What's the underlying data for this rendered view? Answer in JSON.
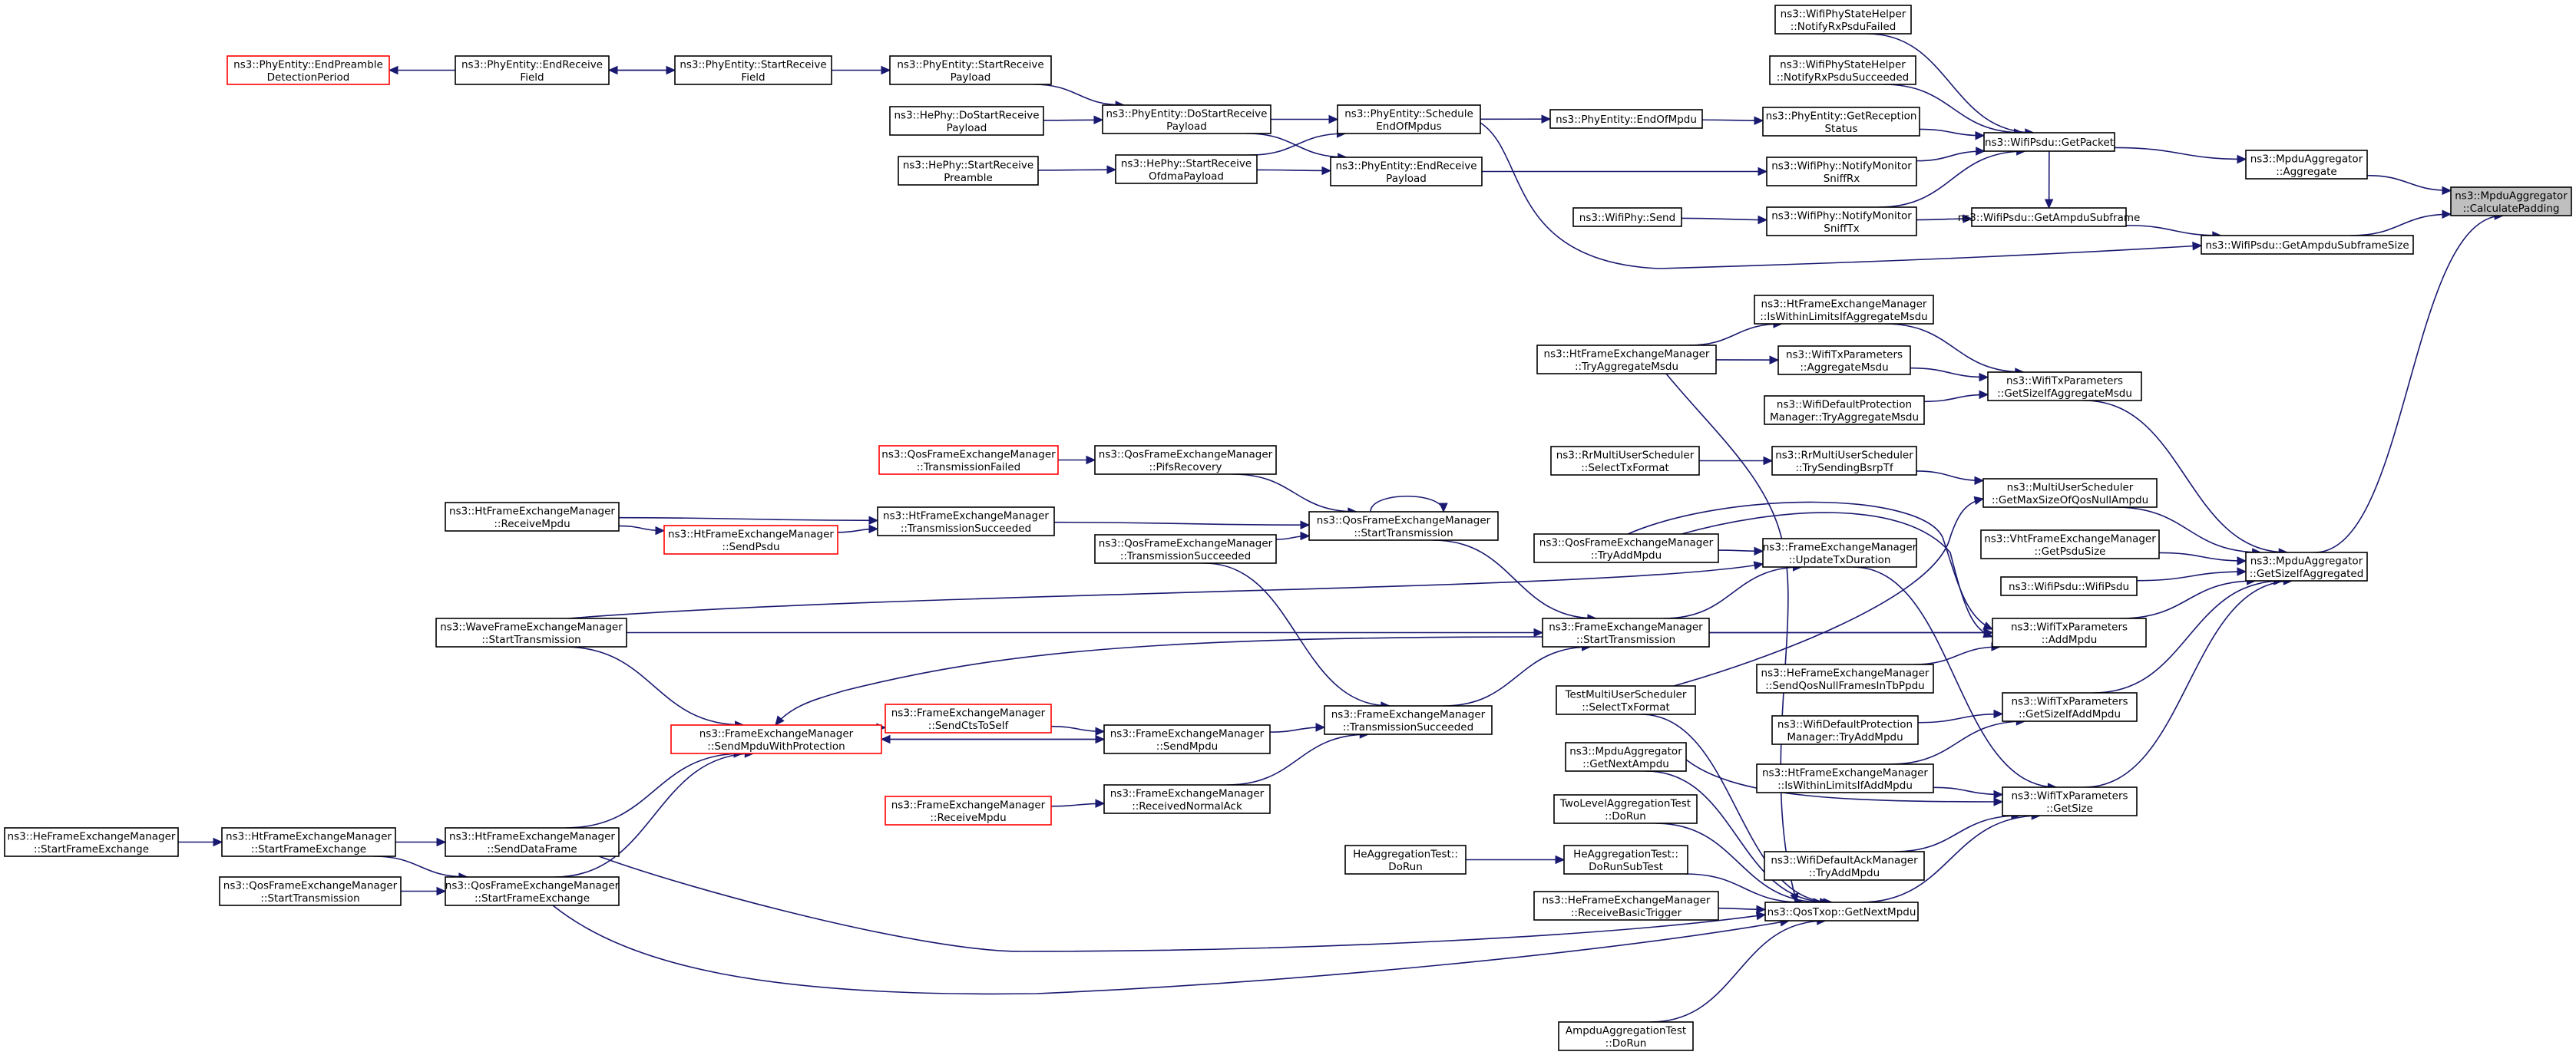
{
  "nodes": [
    {
      "id": "calc",
      "label": "ns3::MpduAggregator\n::CalculatePadding",
      "style": "root"
    },
    {
      "id": "agg",
      "label": "ns3::MpduAggregator\n::Aggregate"
    },
    {
      "id": "getsizeag",
      "label": "ns3::MpduAggregator\n::GetSizeIfAggregated"
    },
    {
      "id": "getpacket",
      "label": "ns3::WifiPsdu::GetPacket"
    },
    {
      "id": "getampdusub",
      "label": "ns3::WifiPsdu::GetAmpduSubframe"
    },
    {
      "id": "getampdusubsize",
      "label": "ns3::WifiPsdu::GetAmpduSubframeSize"
    },
    {
      "id": "notifyfailed",
      "label": "ns3::WifiPhyStateHelper\n::NotifyRxPsduFailed"
    },
    {
      "id": "notifysucc",
      "label": "ns3::WifiPhyStateHelper\n::NotifyRxPsduSucceeded"
    },
    {
      "id": "getrecstatus",
      "label": "ns3::PhyEntity::GetReception\nStatus"
    },
    {
      "id": "sniffrx",
      "label": "ns3::WifiPhy::NotifyMonitor\nSniffRx"
    },
    {
      "id": "snifftx",
      "label": "ns3::WifiPhy::NotifyMonitor\nSniffTx"
    },
    {
      "id": "wifiphysend",
      "label": "ns3::WifiPhy::Send"
    },
    {
      "id": "endofmpdu",
      "label": "ns3::PhyEntity::EndOfMpdu"
    },
    {
      "id": "schedendofmpdus",
      "label": "ns3::PhyEntity::Schedule\nEndOfMpdus"
    },
    {
      "id": "endrecpayload",
      "label": "ns3::PhyEntity::EndReceive\nPayload"
    },
    {
      "id": "dostartrecpayload",
      "label": "ns3::PhyEntity::DoStartReceive\nPayload"
    },
    {
      "id": "hestartofdma",
      "label": "ns3::HePhy::StartReceive\nOfdmaPayload"
    },
    {
      "id": "startrecpayload",
      "label": "ns3::PhyEntity::StartReceive\nPayload"
    },
    {
      "id": "hedostartrec",
      "label": "ns3::HePhy::DoStartReceive\nPayload"
    },
    {
      "id": "hestartpreamble",
      "label": "ns3::HePhy::StartReceive\nPreamble"
    },
    {
      "id": "startrecfield",
      "label": "ns3::PhyEntity::StartReceive\nField"
    },
    {
      "id": "endrecfield",
      "label": "ns3::PhyEntity::EndReceive\nField"
    },
    {
      "id": "endpreamble",
      "label": "ns3::PhyEntity::EndPreamble\nDetectionPeriod",
      "style": "red"
    },
    {
      "id": "ifwithinmsdu",
      "label": "ns3::HtFrameExchangeManager\n::IsWithinLimitsIfAggregateMsdu"
    },
    {
      "id": "aggmsdu",
      "label": "ns3::WifiTxParameters\n::AggregateMsdu"
    },
    {
      "id": "tryaggmsdu",
      "label": "ns3::HtFrameExchangeManager\n::TryAggregateMsdu"
    },
    {
      "id": "getsizeaggmsdu",
      "label": "ns3::WifiTxParameters\n::GetSizeIfAggregateMsdu"
    },
    {
      "id": "defprotmsdu",
      "label": "ns3::WifiDefaultProtection\nManager::TryAggregateMsdu"
    },
    {
      "id": "rrselecttx",
      "label": "ns3::RrMultiUserScheduler\n::SelectTxFormat"
    },
    {
      "id": "rrtrysending",
      "label": "ns3::RrMultiUserScheduler\n::TrySendingBsrpTf"
    },
    {
      "id": "getmaxsize",
      "label": "ns3::MultiUserScheduler\n::GetMaxSizeOfQosNullAmpdu"
    },
    {
      "id": "vhtgetpsdu",
      "label": "ns3::VhtFrameExchangeManager\n::GetPsduSize"
    },
    {
      "id": "wifipsductor",
      "label": "ns3::WifiPsdu::WifiPsdu"
    },
    {
      "id": "addmpdu",
      "label": "ns3::WifiTxParameters\n::AddMpdu"
    },
    {
      "id": "hesendqosnull",
      "label": "ns3::HeFrameExchangeManager\n::SendQosNullFramesInTbPpdu"
    },
    {
      "id": "defprottryadd",
      "label": "ns3::WifiDefaultProtection\nManager::TryAddMpdu"
    },
    {
      "id": "getsizeadd",
      "label": "ns3::WifiTxParameters\n::GetSizeIfAddMpdu"
    },
    {
      "id": "iswithinadd",
      "label": "ns3::HtFrameExchangeManager\n::IsWithinLimitsIfAddMpdu"
    },
    {
      "id": "getsize",
      "label": "ns3::WifiTxParameters\n::GetSize"
    },
    {
      "id": "defacktryadd",
      "label": "ns3::WifiDefaultAckManager\n::TryAddMpdu"
    },
    {
      "id": "qosgetnext",
      "label": "ns3::QosTxop::GetNextMpdu"
    },
    {
      "id": "qosfail",
      "label": "ns3::QosFrameExchangeManager\n::TransmissionFailed",
      "style": "red"
    },
    {
      "id": "pifs",
      "label": "ns3::QosFrameExchangeManager\n::PifsRecovery"
    },
    {
      "id": "qosstarttx",
      "label": "ns3::QosFrameExchangeManager\n::StartTransmission"
    },
    {
      "id": "htrecmpdu",
      "label": "ns3::HtFrameExchangeManager\n::ReceiveMpdu"
    },
    {
      "id": "htsendpsdu",
      "label": "ns3::HtFrameExchangeManager\n::SendPsdu",
      "style": "red"
    },
    {
      "id": "httxsucc",
      "label": "ns3::HtFrameExchangeManager\n::TransmissionSucceeded"
    },
    {
      "id": "qostxsucc",
      "label": "ns3::QosFrameExchangeManager\n::TransmissionSucceeded"
    },
    {
      "id": "qostryadd",
      "label": "ns3::QosFrameExchangeManager\n::TryAddMpdu"
    },
    {
      "id": "updatetx",
      "label": "ns3::FrameExchangeManager\n::UpdateTxDuration"
    },
    {
      "id": "wavestart",
      "label": "ns3::WaveFrameExchangeManager\n::StartTransmission"
    },
    {
      "id": "festart",
      "label": "ns3::FrameExchangeManager\n::StartTransmission"
    },
    {
      "id": "testselect",
      "label": "TestMultiUserScheduler\n::SelectTxFormat"
    },
    {
      "id": "fesendprot",
      "label": "ns3::FrameExchangeManager\n::SendMpduWithProtection",
      "style": "red"
    },
    {
      "id": "fectsself",
      "label": "ns3::FrameExchangeManager\n::SendCtsToSelf",
      "style": "red"
    },
    {
      "id": "fesendmpdu",
      "label": "ns3::FrameExchangeManager\n::SendMpdu"
    },
    {
      "id": "fetxsucc",
      "label": "ns3::FrameExchangeManager\n::TransmissionSucceeded"
    },
    {
      "id": "ferecmpdu",
      "label": "ns3::FrameExchangeManager\n::ReceiveMpdu",
      "style": "red"
    },
    {
      "id": "ferecack",
      "label": "ns3::FrameExchangeManager\n::ReceivedNormalAck"
    },
    {
      "id": "mpdugetnext",
      "label": "ns3::MpduAggregator\n::GetNextAmpdu"
    },
    {
      "id": "twolevel",
      "label": "TwoLevelAggregationTest\n::DoRun"
    },
    {
      "id": "hesub",
      "label": "HeAggregationTest::\nDoRunSubTest"
    },
    {
      "id": "herun",
      "label": "HeAggregationTest::\nDoRun"
    },
    {
      "id": "herecbasic",
      "label": "ns3::HeFrameExchangeManager\n::ReceiveBasicTrigger"
    },
    {
      "id": "ampdurun",
      "label": "AmpduAggregationTest\n::DoRun"
    },
    {
      "id": "hestartfe",
      "label": "ns3::HeFrameExchangeManager\n::StartFrameExchange"
    },
    {
      "id": "htstartfe",
      "label": "ns3::HtFrameExchangeManager\n::StartFrameExchange"
    },
    {
      "id": "htsenddata",
      "label": "ns3::HtFrameExchangeManager\n::SendDataFrame"
    },
    {
      "id": "qosstarttx2",
      "label": "ns3::QosFrameExchangeManager\n::StartTransmission"
    },
    {
      "id": "qosstartfe",
      "label": "ns3::QosFrameExchangeManager\n::StartFrameExchange"
    }
  ]
}
